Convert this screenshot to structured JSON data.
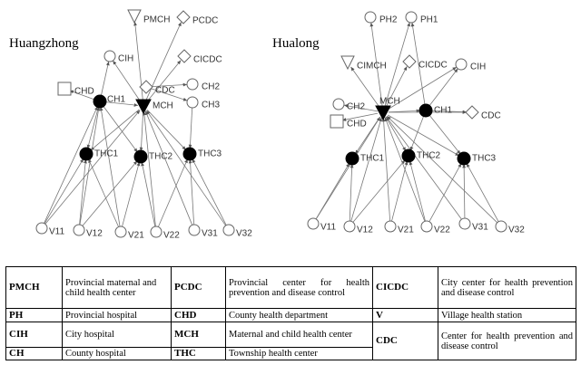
{
  "diagrams": [
    {
      "title": "Huangzhong",
      "labels": {
        "PMCH": "PMCH",
        "PCDC": "PCDC",
        "CIH": "CIH",
        "CICDC": "CICDC",
        "CHD": "CHD",
        "CDC": "CDC",
        "CH1": "CH1",
        "CH2": "CH2",
        "CH3": "CH3",
        "MCH": "MCH",
        "THC1": "THC1",
        "THC2": "THC2",
        "THC3": "THC3",
        "V11": "V11",
        "V12": "V12",
        "V21": "V21",
        "V22": "V22",
        "V31": "V31",
        "V32": "V32"
      }
    },
    {
      "title": "Hualong",
      "labels": {
        "PH2": "PH2",
        "PH1": "PH1",
        "CIMCH": "CIMCH",
        "CICDC": "CICDC",
        "CIH": "CIH",
        "CH2": "CH2",
        "CHD": "CHD",
        "MCH": "MCH",
        "CH1": "CH1",
        "CDC": "CDC",
        "THC1": "THC1",
        "THC2": "THC2",
        "THC3": "THC3",
        "V11": "V11",
        "V12": "V12",
        "V21": "V21",
        "V22": "V22",
        "V31": "V31",
        "V32": "V32"
      }
    }
  ],
  "legend": [
    [
      {
        "abbr": "PMCH",
        "desc": "Provincial maternal and child health center"
      },
      {
        "abbr": "PCDC",
        "desc": "Provincial center for health prevention and disease control"
      },
      {
        "abbr": "CICDC",
        "desc": "City center for health prevention and disease control"
      }
    ],
    [
      {
        "abbr": "PH",
        "desc": "Provincial hospital"
      },
      {
        "abbr": "CHD",
        "desc": "County health department"
      },
      {
        "abbr": "V",
        "desc": "Village health station"
      }
    ],
    [
      {
        "abbr": "CIH",
        "desc": "City hospital"
      },
      {
        "abbr": "MCH",
        "desc": "Maternal and child health center"
      },
      {
        "abbr": "CDC",
        "desc": "Center for health prevention and disease control"
      }
    ],
    [
      {
        "abbr": "CH",
        "desc": "County hospital"
      },
      {
        "abbr": "THC",
        "desc": "Township health center"
      }
    ]
  ]
}
